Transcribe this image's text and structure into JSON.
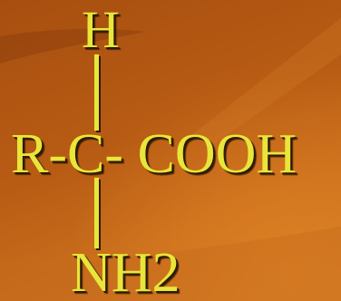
{
  "formula": {
    "top_atom": "H",
    "main_chain": "R-C- COOH",
    "bottom_group": "NH2"
  },
  "colors": {
    "background": "#b35a12",
    "text": "#e8e63a",
    "shadow": "#2f1a05"
  }
}
